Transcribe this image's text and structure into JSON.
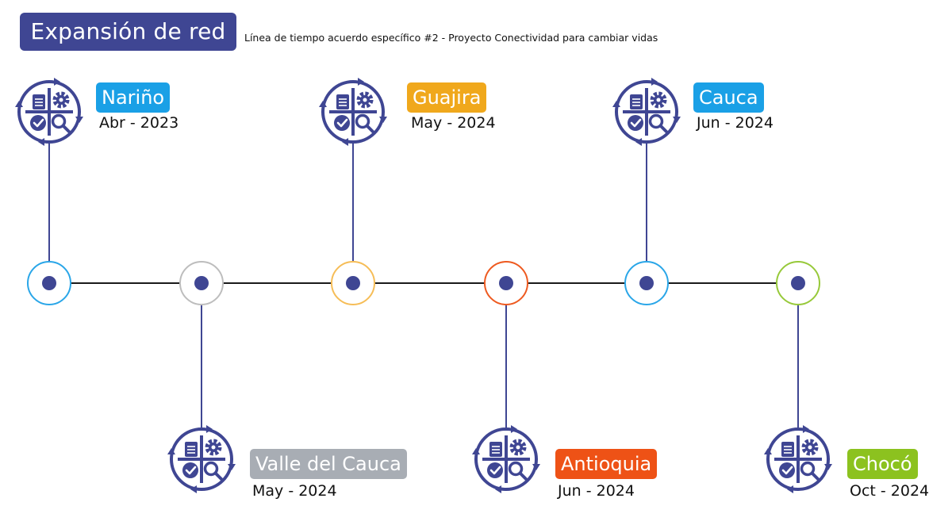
{
  "header": {
    "title": "Expansión de red",
    "subtitle": "Línea de tiempo acuerdo específico #2 - Proyecto Conectividad para cambiar vidas"
  },
  "colors": {
    "navy": "#3f4693",
    "nariño": "#1aa0e6",
    "valle": "#a8adb4",
    "guajira": "#f0a81c",
    "antioquia": "#ee5216",
    "cauca": "#1aa0e6",
    "choco": "#8cc21f"
  },
  "icon_name": "process-cycle-icon",
  "events": [
    {
      "region": "Nariño",
      "date": "Abr - 2023",
      "color": "#1aa0e6",
      "node_border": "#2aa6e8"
    },
    {
      "region": "Valle del Cauca",
      "date": "May - 2024",
      "color": "#a8adb4",
      "node_border": "#bdbdbd"
    },
    {
      "region": "Guajira",
      "date": "May - 2024",
      "color": "#f0a81c",
      "node_border": "#f6bd57"
    },
    {
      "region": "Antioquia",
      "date": "Jun - 2024",
      "color": "#ee5216",
      "node_border": "#ee5a20"
    },
    {
      "region": "Cauca",
      "date": "Jun - 2024",
      "color": "#1aa0e6",
      "node_border": "#2aa6e8"
    },
    {
      "region": "Chocó",
      "date": "Oct - 2024",
      "color": "#8cc21f",
      "node_border": "#97c93a"
    }
  ]
}
